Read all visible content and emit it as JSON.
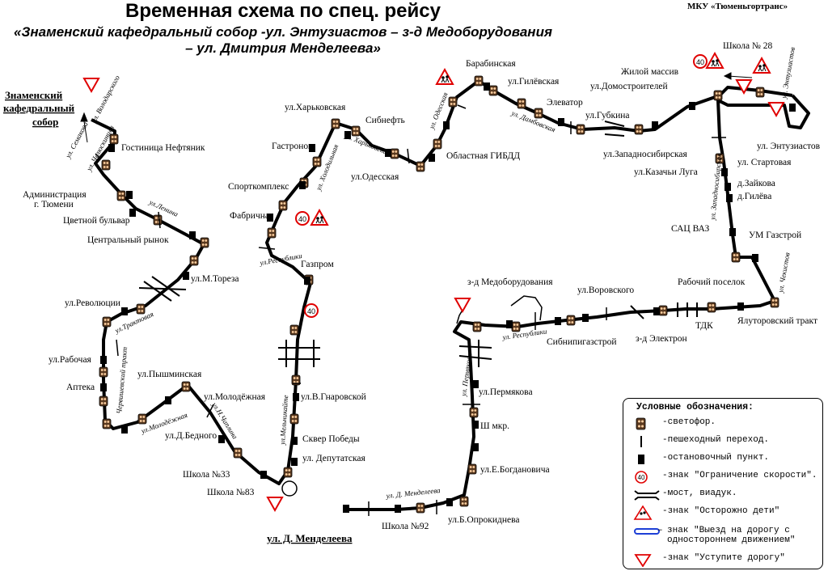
{
  "header": {
    "title": "Временная схема по спец. рейсу",
    "subtitle_1": "«Знаменский кафедральный собор -ул. Энтузиастов – з-д Медоборудования",
    "subtitle_2": "– ул. Дмитрия Менделеева»",
    "org": "МКУ «Тюменьгортранс»"
  },
  "places": {
    "znamensky": [
      "Знаменский",
      "кафедральный",
      "собор"
    ],
    "gostinitsa": "Гостиница Нефтяник",
    "administratsia": [
      "Администрация",
      "г. Тюмени"
    ],
    "tsvetnoy": "Цветной бульвар",
    "tsentralny": "Центральный рынок",
    "toreza": "ул.М.Тореза",
    "revolyutsii": "ул.Революции",
    "rabochaya": "ул.Рабочая",
    "apteka": "Аптека",
    "bednogo": "ул.Д.Бедного",
    "pyshminskaya": "ул.Пышминская",
    "molodezhnaya": "ул.Молодёжная",
    "shkola33": "Школа №33",
    "shkola83": "Школа №83",
    "mendeleeva_main": "ул. Д. Менделеева",
    "kharkovskaya": "ул.Харьковская",
    "sibneft": "Сибнефть",
    "gastronom": "Гастроном",
    "odesskaya": "ул.Одесская",
    "sportkompleks": "Спорткомплекс",
    "fabrichnaya": "Фабричная",
    "gazprom": "Газпром",
    "gnarovskoy": "ул.В.Гнаровской",
    "skver": "Сквер Победы",
    "deputatskaya": "ул. Депутатская",
    "barabinskaya": "Барабинская",
    "gilevskaya": "ул.Гилёвская",
    "elevator": "Элеватор",
    "gibdd": "Областная ГИБДД",
    "gubkina": "ул.Губкина",
    "domostroiteley": "ул.Домостроителей",
    "zhiloy": "Жилой массив",
    "zapadnosibirskaya": "ул.Западносибирская",
    "shkola28": "Школа № 28",
    "entuziastov": "ул. Энтузиастов",
    "kazachi": "ул.Казачьи Луга",
    "startovaya": "ул. Стартовая",
    "zaykova": "д.Зайкова",
    "gileva": "д.Гилёва",
    "sats": "САЦ ВАЗ",
    "gazstroy": "УМ Газстрой",
    "rabochiy": "Рабочий поселок",
    "yalutorovsky": "Ялуторовский тракт",
    "tdk": "ТДК",
    "elektron": "з-д Электрон",
    "vorovskogo": "ул.Воровского",
    "sibnigaz": "Сибнипигазстрой",
    "medoborud": "з-д Медоборудования",
    "permyakova": "ул.Пермякова",
    "tretiy": "Ш мкр.",
    "bogdanovicha": "ул.Е.Богдановича",
    "oprokidneva": "ул.Б.Опрокиднева",
    "shkola92": "Школа №92"
  },
  "streets": {
    "volodarskogo": "ул. Володарского",
    "semakova": "ул. Семакова",
    "chelyuskintsev": "ул. Челюскинцев",
    "lenina": "ул.Ленина",
    "traktovaya": "ул.Трактовая",
    "chervishevsky": "Червишевский тракт",
    "molodezhnaya_s": "ул.Молодёжная",
    "n_chaplina": "ул.Н.Чаплина",
    "melnikayte": "ул.Мельникайте",
    "respubliki_1": "ул.Республики",
    "kholodilnaya": "ул. Холодильная",
    "kharkovskaya_s": "ул. Харьковская",
    "odesskaya_s": "ул. Одесская",
    "damboyskaya": "ул. Дамбовская",
    "entuziastov_s": "ул. Энтузиастов",
    "zapadnosibirskaya_s": "ул. Западносибирская",
    "chekistov": "ул. Чекистов",
    "respubliki_2": "ул. Республики",
    "permyakova_s": "ул. Пермякова",
    "mendeleeva_s": "ул. Д. Менделеева"
  },
  "signs": {
    "speed": "40"
  },
  "legend": {
    "title": "Условные обозначения:",
    "traffic_light": "-светофор.",
    "crossing": "-пешеходный переход.",
    "stop": "-остановочный пункт.",
    "speed_sign": "-знак \"Ограничение скорости\".",
    "bridge": "-мост, виадук.",
    "children": "-знак \"Осторожно дети\"",
    "oneway_1": "знак \"Выезд на дорогу с",
    "oneway_2": "одностороннем движением\"",
    "oneway_dash": "–",
    "yield": "-знак \"Уступите дорогу\""
  },
  "colors": {
    "route": "#000000",
    "speed_sign_border": "#e00000",
    "yield_sign": "#e00000",
    "oneway_sign": "#1d3fd6",
    "traffic_light_body": "#5a3a20"
  }
}
